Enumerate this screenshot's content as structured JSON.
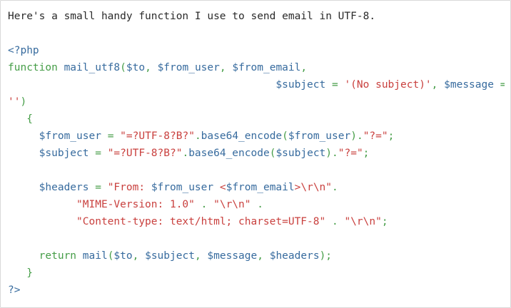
{
  "intro": "Here's a small handy function I use to send email in UTF-8.",
  "colors": {
    "default_code": "#376b9e",
    "keyword": "#459d47",
    "string": "#c9403e",
    "text": "#2a2a2a",
    "border": "#d9d9d9",
    "background": "#ffffff"
  },
  "code": {
    "language": "php",
    "lines": [
      [
        {
          "t": "<?php",
          "c": "d"
        }
      ],
      [
        {
          "t": "function ",
          "c": "k"
        },
        {
          "t": "mail_utf8",
          "c": "d"
        },
        {
          "t": "(",
          "c": "k"
        },
        {
          "t": "$to",
          "c": "d"
        },
        {
          "t": ", ",
          "c": "k"
        },
        {
          "t": "$from_user",
          "c": "d"
        },
        {
          "t": ", ",
          "c": "k"
        },
        {
          "t": "$from_email",
          "c": "d"
        },
        {
          "t": ",",
          "c": "k"
        }
      ],
      [
        {
          "t": "                                           ",
          "c": "w"
        },
        {
          "t": "$subject",
          "c": "d"
        },
        {
          "t": " = ",
          "c": "k"
        },
        {
          "t": "'(No subject)'",
          "c": "s"
        },
        {
          "t": ", ",
          "c": "k"
        },
        {
          "t": "$message",
          "c": "d"
        },
        {
          "t": " =",
          "c": "k"
        }
      ],
      [
        {
          "t": "''",
          "c": "s"
        },
        {
          "t": ")",
          "c": "k"
        }
      ],
      [
        {
          "t": "   {",
          "c": "k"
        }
      ],
      [
        {
          "t": "     ",
          "c": "w"
        },
        {
          "t": "$from_user",
          "c": "d"
        },
        {
          "t": " = ",
          "c": "k"
        },
        {
          "t": "\"=?UTF-8?B?\"",
          "c": "s"
        },
        {
          "t": ".",
          "c": "k"
        },
        {
          "t": "base64_encode",
          "c": "d"
        },
        {
          "t": "(",
          "c": "k"
        },
        {
          "t": "$from_user",
          "c": "d"
        },
        {
          "t": ").",
          "c": "k"
        },
        {
          "t": "\"?=\"",
          "c": "s"
        },
        {
          "t": ";",
          "c": "k"
        }
      ],
      [
        {
          "t": "     ",
          "c": "w"
        },
        {
          "t": "$subject",
          "c": "d"
        },
        {
          "t": " = ",
          "c": "k"
        },
        {
          "t": "\"=?UTF-8?B?\"",
          "c": "s"
        },
        {
          "t": ".",
          "c": "k"
        },
        {
          "t": "base64_encode",
          "c": "d"
        },
        {
          "t": "(",
          "c": "k"
        },
        {
          "t": "$subject",
          "c": "d"
        },
        {
          "t": ").",
          "c": "k"
        },
        {
          "t": "\"?=\"",
          "c": "s"
        },
        {
          "t": ";",
          "c": "k"
        }
      ],
      [],
      [
        {
          "t": "     ",
          "c": "w"
        },
        {
          "t": "$headers",
          "c": "d"
        },
        {
          "t": " = ",
          "c": "k"
        },
        {
          "t": "\"From: ",
          "c": "s"
        },
        {
          "t": "$from_user",
          "c": "d"
        },
        {
          "t": " <",
          "c": "s"
        },
        {
          "t": "$from_email",
          "c": "d"
        },
        {
          "t": ">\\r\\n\"",
          "c": "s"
        },
        {
          "t": ".",
          "c": "k"
        }
      ],
      [
        {
          "t": "           ",
          "c": "w"
        },
        {
          "t": "\"MIME-Version: 1.0\"",
          "c": "s"
        },
        {
          "t": " . ",
          "c": "k"
        },
        {
          "t": "\"\\r\\n\"",
          "c": "s"
        },
        {
          "t": " .",
          "c": "k"
        }
      ],
      [
        {
          "t": "           ",
          "c": "w"
        },
        {
          "t": "\"Content-type: text/html; charset=UTF-8\"",
          "c": "s"
        },
        {
          "t": " . ",
          "c": "k"
        },
        {
          "t": "\"\\r\\n\"",
          "c": "s"
        },
        {
          "t": ";",
          "c": "k"
        }
      ],
      [],
      [
        {
          "t": "     ",
          "c": "w"
        },
        {
          "t": "return ",
          "c": "k"
        },
        {
          "t": "mail",
          "c": "d"
        },
        {
          "t": "(",
          "c": "k"
        },
        {
          "t": "$to",
          "c": "d"
        },
        {
          "t": ", ",
          "c": "k"
        },
        {
          "t": "$subject",
          "c": "d"
        },
        {
          "t": ", ",
          "c": "k"
        },
        {
          "t": "$message",
          "c": "d"
        },
        {
          "t": ", ",
          "c": "k"
        },
        {
          "t": "$headers",
          "c": "d"
        },
        {
          "t": ");",
          "c": "k"
        }
      ],
      [
        {
          "t": "   }",
          "c": "k"
        }
      ],
      [
        {
          "t": "?>",
          "c": "d"
        }
      ]
    ]
  }
}
